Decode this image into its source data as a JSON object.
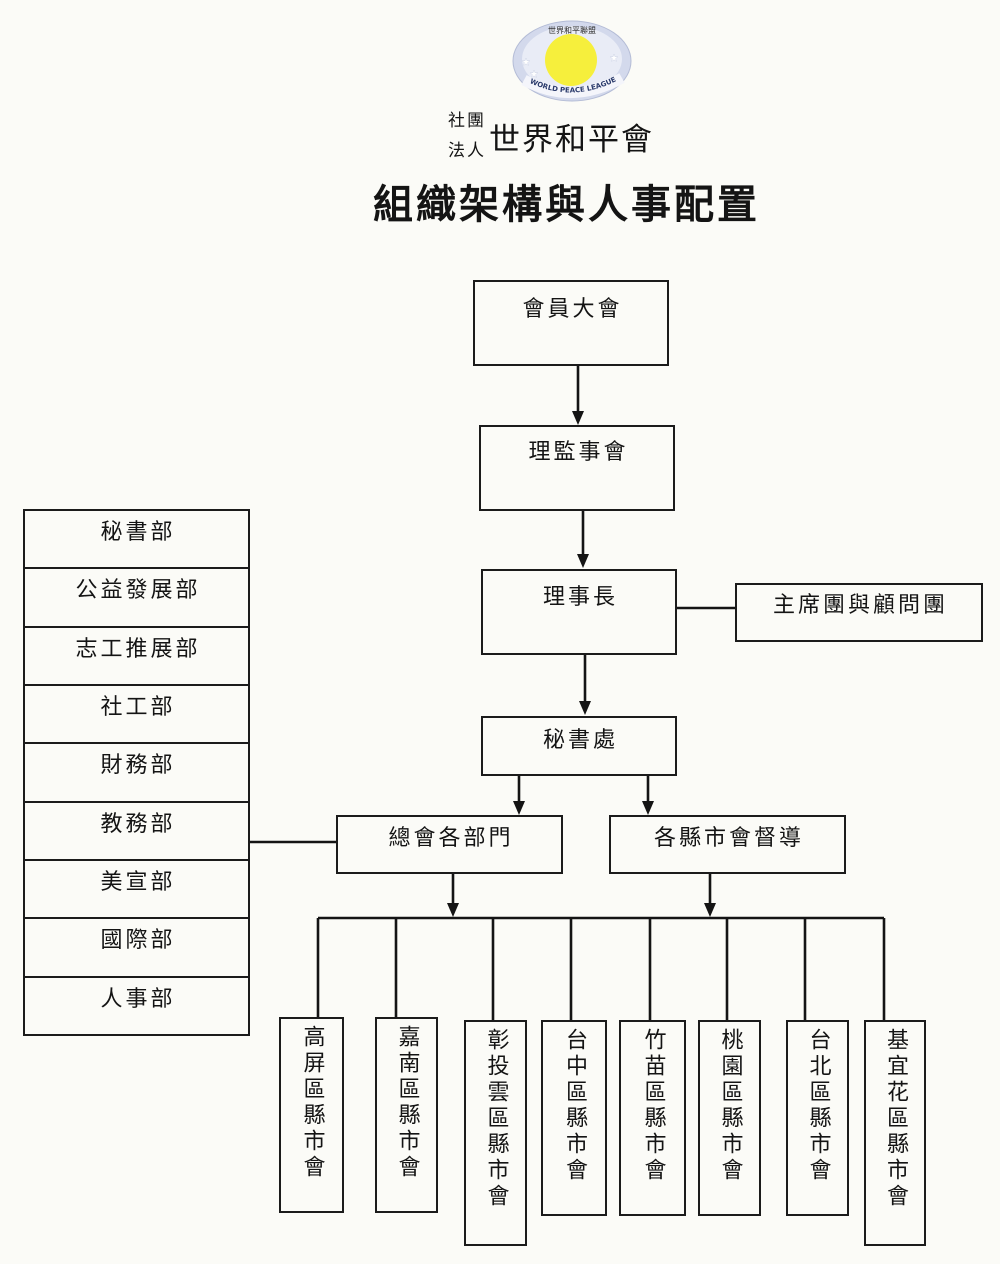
{
  "logo": {
    "top_text": "世界和平聯盟",
    "banner_text": "WORLD PEACE LEAGUE"
  },
  "header": {
    "prefix_top": "社團",
    "prefix_bottom": "法人",
    "org_name": "世界和平會",
    "title": "組織架構與人事配置"
  },
  "chart": {
    "general_assembly": "會員大會",
    "board": "理監事會",
    "chairman": "理事長",
    "advisory": "主席團與顧問團",
    "secretariat": "秘書處",
    "hq_departments": "總會各部門",
    "county_supervision": "各縣市會督導",
    "departments": [
      "秘書部",
      "公益發展部",
      "志工推展部",
      "社工部",
      "財務部",
      "教務部",
      "美宣部",
      "國際部",
      "人事部"
    ],
    "regional_chapters": [
      "高屏區縣市會",
      "嘉南區縣市會",
      "彰投雲區縣市會",
      "台中區縣市會",
      "竹苗區縣市會",
      "桃園區縣市會",
      "台北區縣市會",
      "基宜花區縣市會"
    ]
  },
  "colors": {
    "background": "#fbfbf7",
    "line": "#141414",
    "logo_sun": "#f6ef3c",
    "logo_disc": "#d3d9ec",
    "logo_banner_text": "#2a3a6b"
  }
}
